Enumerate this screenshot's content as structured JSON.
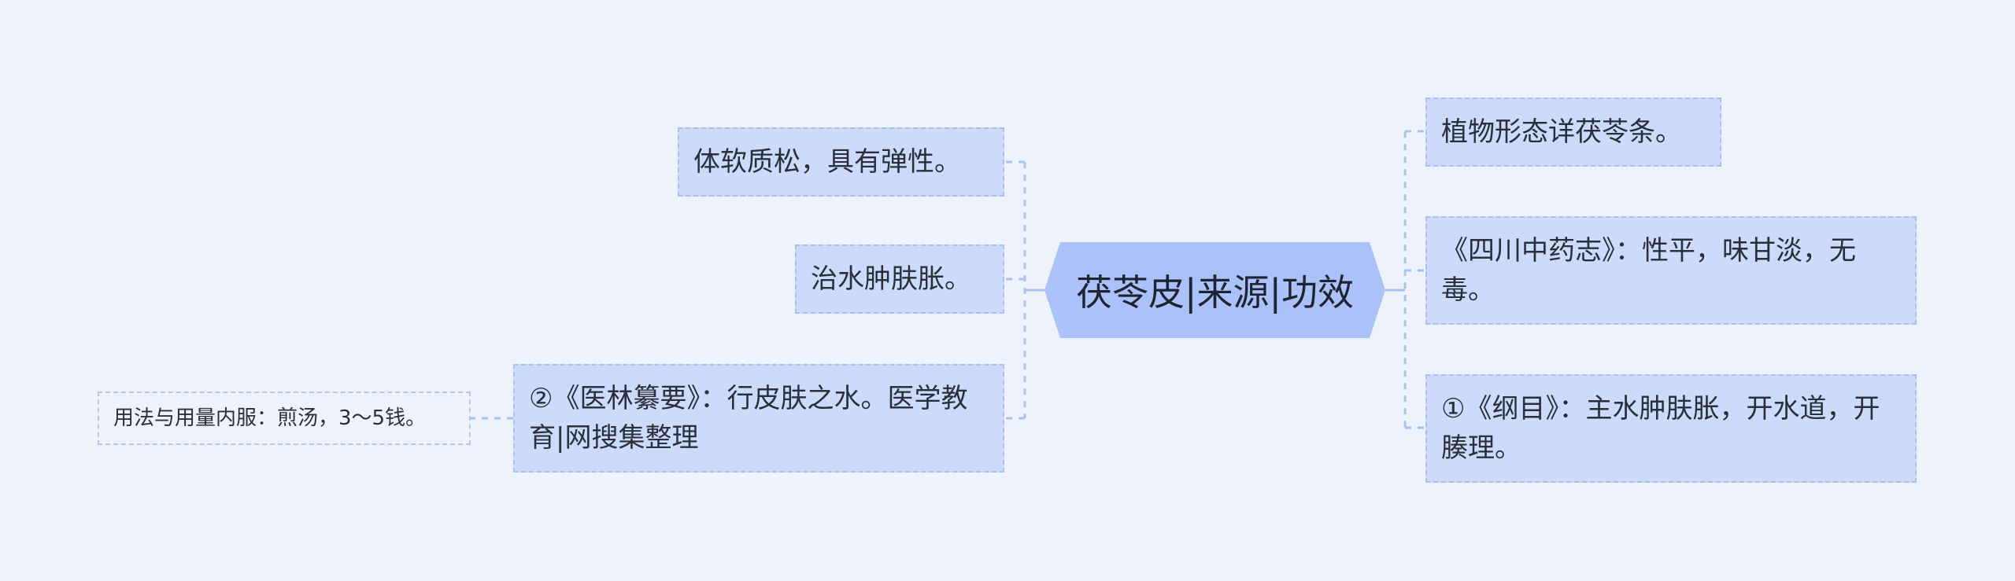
{
  "center": {
    "title": "茯苓皮|来源|功效"
  },
  "left": [
    {
      "text": "体软质松，具有弹性。"
    },
    {
      "text": "治水肿肤胀。"
    },
    {
      "text": "②《医林纂要》：行皮肤之水。医学教育|网搜集整理"
    }
  ],
  "left_leaf": {
    "text": "用法与用量内服：煎汤，3～5钱。"
  },
  "right": [
    {
      "text": "植物形态详茯苓条。"
    },
    {
      "text": "《四川中药志》：性平，味甘淡，无毒。"
    },
    {
      "text": "①《纲目》：主水肿肤胀，开水道，开腠理。"
    }
  ],
  "colors": {
    "background": "#eef2fb",
    "node_fill": "#ccdafb",
    "center_fill": "#aac1f9",
    "connector": "#a9c3ee"
  }
}
